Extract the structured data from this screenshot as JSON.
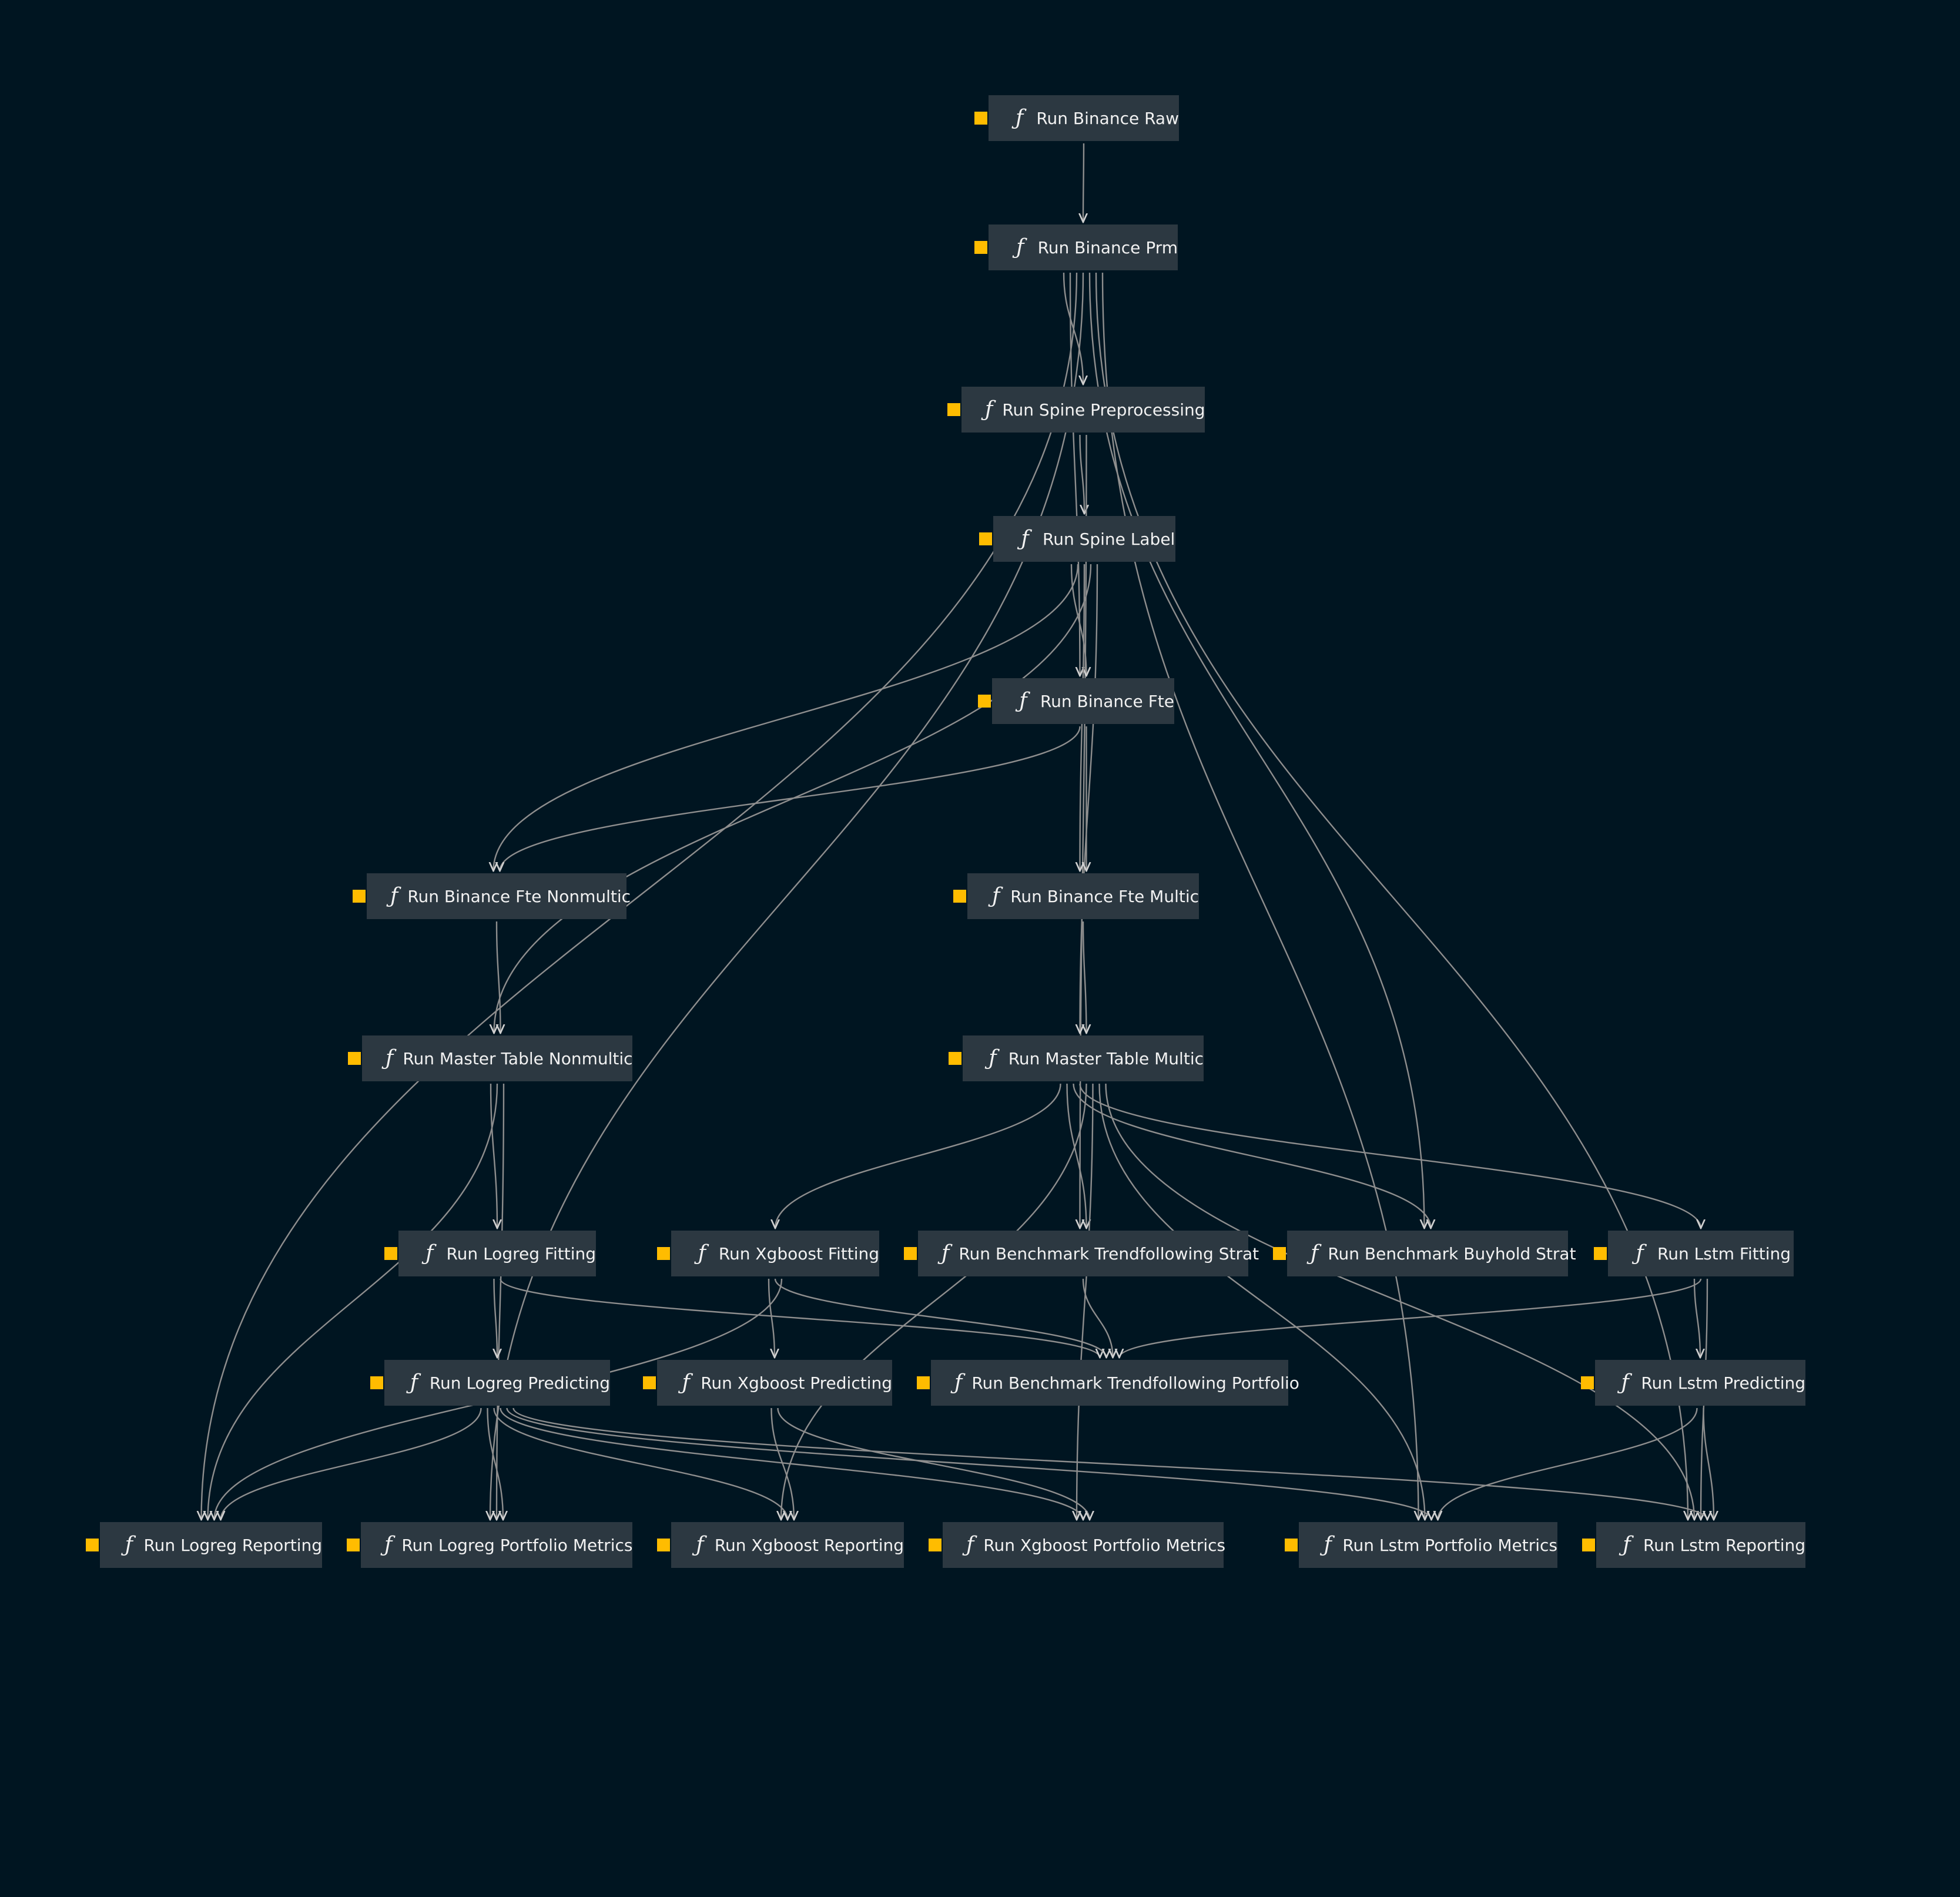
{
  "colors": {
    "background": "#001521",
    "node_fill": "#2c3841",
    "node_text": "#f2f2f2",
    "tag": "#ffbc00",
    "edge": "#8e8e8e"
  },
  "node_icon": "function-icon",
  "node_icon_glyph": "ƒ",
  "nodes": [
    {
      "id": "run_binance_raw",
      "label": "Run Binance Raw"
    },
    {
      "id": "run_binance_prm",
      "label": "Run Binance Prm"
    },
    {
      "id": "run_spine_preprocessing",
      "label": "Run Spine Preprocessing"
    },
    {
      "id": "run_spine_label",
      "label": "Run Spine Label"
    },
    {
      "id": "run_binance_fte",
      "label": "Run Binance Fte"
    },
    {
      "id": "run_binance_fte_nonmultic",
      "label": "Run Binance Fte Nonmultic"
    },
    {
      "id": "run_binance_fte_multic",
      "label": "Run Binance Fte Multic"
    },
    {
      "id": "run_master_table_nonmultic",
      "label": "Run Master Table Nonmultic"
    },
    {
      "id": "run_master_table_multic",
      "label": "Run Master Table Multic"
    },
    {
      "id": "run_logreg_fitting",
      "label": "Run Logreg Fitting"
    },
    {
      "id": "run_xgboost_fitting",
      "label": "Run Xgboost Fitting"
    },
    {
      "id": "run_benchmark_trendfollowing_strat",
      "label": "Run Benchmark Trendfollowing Strat"
    },
    {
      "id": "run_benchmark_buyhold_strat",
      "label": "Run Benchmark Buyhold Strat"
    },
    {
      "id": "run_lstm_fitting",
      "label": "Run Lstm Fitting"
    },
    {
      "id": "run_logreg_predicting",
      "label": "Run Logreg Predicting"
    },
    {
      "id": "run_xgboost_predicting",
      "label": "Run Xgboost Predicting"
    },
    {
      "id": "run_benchmark_trendfollowing_portfolio",
      "label": "Run Benchmark Trendfollowing Portfolio"
    },
    {
      "id": "run_lstm_predicting",
      "label": "Run Lstm Predicting"
    },
    {
      "id": "run_logreg_reporting",
      "label": "Run Logreg Reporting"
    },
    {
      "id": "run_logreg_portfolio_metrics",
      "label": "Run Logreg Portfolio Metrics"
    },
    {
      "id": "run_xgboost_reporting",
      "label": "Run Xgboost Reporting"
    },
    {
      "id": "run_xgboost_portfolio_metrics",
      "label": "Run Xgboost Portfolio Metrics"
    },
    {
      "id": "run_lstm_portfolio_metrics",
      "label": "Run Lstm Portfolio Metrics"
    },
    {
      "id": "run_lstm_reporting",
      "label": "Run Lstm Reporting"
    }
  ],
  "edges": [
    [
      "run_binance_raw",
      "run_binance_prm"
    ],
    [
      "run_binance_prm",
      "run_spine_preprocessing"
    ],
    [
      "run_binance_prm",
      "run_binance_fte"
    ],
    [
      "run_binance_prm",
      "run_logreg_reporting"
    ],
    [
      "run_binance_prm",
      "run_logreg_portfolio_metrics"
    ],
    [
      "run_binance_prm",
      "run_benchmark_buyhold_strat"
    ],
    [
      "run_binance_prm",
      "run_lstm_reporting"
    ],
    [
      "run_binance_prm",
      "run_lstm_portfolio_metrics"
    ],
    [
      "run_spine_preprocessing",
      "run_spine_label"
    ],
    [
      "run_spine_preprocessing",
      "run_benchmark_trendfollowing_strat"
    ],
    [
      "run_spine_label",
      "run_binance_fte"
    ],
    [
      "run_spine_label",
      "run_binance_fte_nonmultic"
    ],
    [
      "run_spine_label",
      "run_binance_fte_multic"
    ],
    [
      "run_spine_label",
      "run_master_table_nonmultic"
    ],
    [
      "run_spine_label",
      "run_master_table_multic"
    ],
    [
      "run_binance_fte",
      "run_binance_fte_nonmultic"
    ],
    [
      "run_binance_fte",
      "run_binance_fte_multic"
    ],
    [
      "run_binance_fte_nonmultic",
      "run_master_table_nonmultic"
    ],
    [
      "run_binance_fte_multic",
      "run_master_table_multic"
    ],
    [
      "run_master_table_nonmultic",
      "run_logreg_fitting"
    ],
    [
      "run_master_table_nonmultic",
      "run_logreg_reporting"
    ],
    [
      "run_master_table_nonmultic",
      "run_logreg_portfolio_metrics"
    ],
    [
      "run_master_table_multic",
      "run_xgboost_fitting"
    ],
    [
      "run_master_table_multic",
      "run_benchmark_trendfollowing_strat"
    ],
    [
      "run_master_table_multic",
      "run_benchmark_buyhold_strat"
    ],
    [
      "run_master_table_multic",
      "run_lstm_fitting"
    ],
    [
      "run_master_table_multic",
      "run_xgboost_reporting"
    ],
    [
      "run_master_table_multic",
      "run_xgboost_portfolio_metrics"
    ],
    [
      "run_master_table_multic",
      "run_lstm_portfolio_metrics"
    ],
    [
      "run_master_table_multic",
      "run_lstm_reporting"
    ],
    [
      "run_logreg_fitting",
      "run_logreg_predicting"
    ],
    [
      "run_logreg_fitting",
      "run_benchmark_trendfollowing_portfolio"
    ],
    [
      "run_xgboost_fitting",
      "run_xgboost_predicting"
    ],
    [
      "run_xgboost_fitting",
      "run_benchmark_trendfollowing_portfolio"
    ],
    [
      "run_xgboost_fitting",
      "run_logreg_reporting"
    ],
    [
      "run_benchmark_trendfollowing_strat",
      "run_benchmark_trendfollowing_portfolio"
    ],
    [
      "run_lstm_fitting",
      "run_lstm_predicting"
    ],
    [
      "run_lstm_fitting",
      "run_benchmark_trendfollowing_portfolio"
    ],
    [
      "run_lstm_fitting",
      "run_lstm_reporting"
    ],
    [
      "run_logreg_predicting",
      "run_logreg_reporting"
    ],
    [
      "run_logreg_predicting",
      "run_logreg_portfolio_metrics"
    ],
    [
      "run_logreg_predicting",
      "run_xgboost_reporting"
    ],
    [
      "run_logreg_predicting",
      "run_xgboost_portfolio_metrics"
    ],
    [
      "run_logreg_predicting",
      "run_lstm_portfolio_metrics"
    ],
    [
      "run_logreg_predicting",
      "run_lstm_reporting"
    ],
    [
      "run_xgboost_predicting",
      "run_xgboost_reporting"
    ],
    [
      "run_xgboost_predicting",
      "run_xgboost_portfolio_metrics"
    ],
    [
      "run_lstm_predicting",
      "run_lstm_portfolio_metrics"
    ],
    [
      "run_lstm_predicting",
      "run_lstm_reporting"
    ]
  ]
}
